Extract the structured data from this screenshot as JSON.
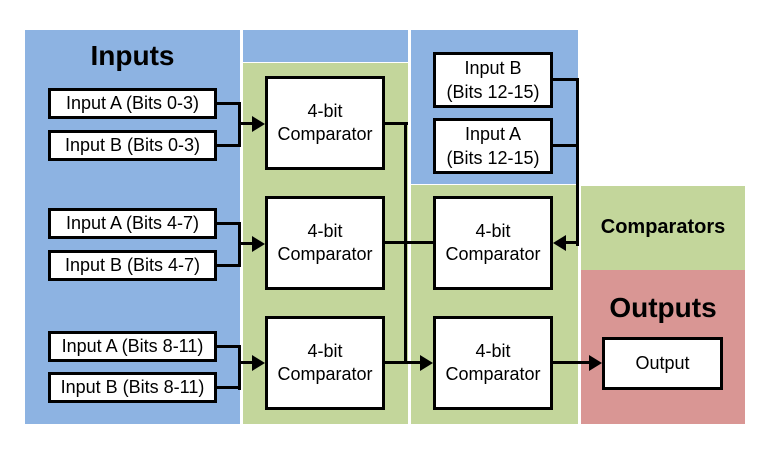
{
  "regions": {
    "inputs": {
      "heading": "Inputs",
      "fill": "#8db3e2"
    },
    "comparators": {
      "heading": "Comparators",
      "fill": "#c3d69b"
    },
    "outputs": {
      "heading": "Outputs",
      "fill": "#d99694"
    }
  },
  "input_boxes": {
    "a_bits_0_3": "Input A (Bits 0-3)",
    "b_bits_0_3": "Input B (Bits 0-3)",
    "a_bits_4_7": "Input A (Bits 4-7)",
    "b_bits_4_7": "Input B (Bits 4-7)",
    "a_bits_8_11": "Input A (Bits 8-11)",
    "b_bits_8_11": "Input B (Bits 8-11)",
    "b_bits_12_15": {
      "line1": "Input B",
      "line2": "(Bits 12-15)"
    },
    "a_bits_12_15": {
      "line1": "Input A",
      "line2": "(Bits 12-15)"
    }
  },
  "comparator_box": {
    "line1": "4-bit",
    "line2": "Comparator"
  },
  "output_box": {
    "label": "Output"
  },
  "colors": {
    "line": "#000000",
    "box_fill": "#ffffff",
    "box_border": "#000000"
  }
}
